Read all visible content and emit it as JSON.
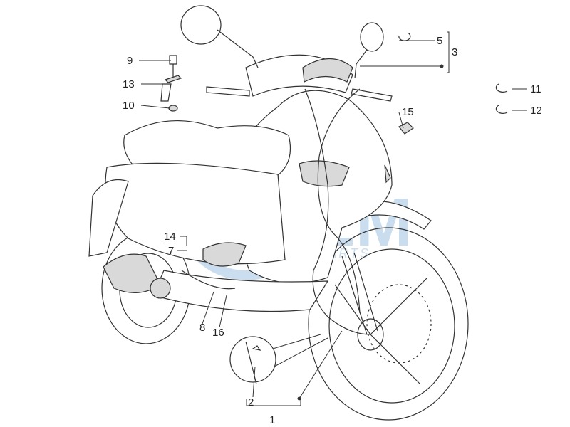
{
  "watermark": {
    "brand": "OEM",
    "tagline": "MOTORPARTS",
    "color": "#9ec3e2"
  },
  "callouts": [
    {
      "id": "1",
      "label": "1"
    },
    {
      "id": "2",
      "label": "2"
    },
    {
      "id": "3",
      "label": "3"
    },
    {
      "id": "5",
      "label": "5"
    },
    {
      "id": "7",
      "label": "7"
    },
    {
      "id": "8",
      "label": "8"
    },
    {
      "id": "9",
      "label": "9"
    },
    {
      "id": "10",
      "label": "10"
    },
    {
      "id": "11",
      "label": "11"
    },
    {
      "id": "12",
      "label": "12"
    },
    {
      "id": "13",
      "label": "13"
    },
    {
      "id": "14",
      "label": "14"
    },
    {
      "id": "15",
      "label": "15"
    },
    {
      "id": "16",
      "label": "16"
    }
  ]
}
